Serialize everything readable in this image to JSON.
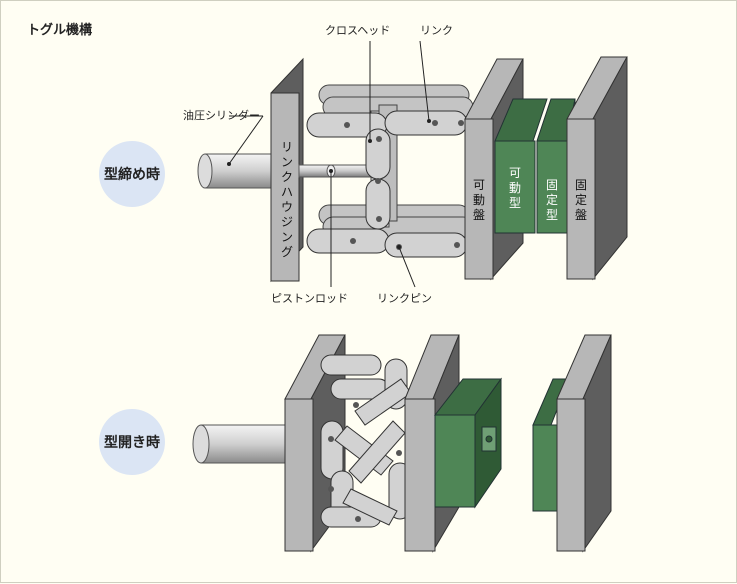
{
  "title": "トグル機構",
  "states": {
    "closed": "型締め時",
    "open": "型開き時"
  },
  "callouts": {
    "crosshead": "クロスヘッド",
    "link": "リンク",
    "hydraulic_cylinder": "油圧シリンダー",
    "piston_rod": "ピストンロッド",
    "link_pin": "リンクピン"
  },
  "parts": {
    "link_housing": [
      "リ",
      "ン",
      "ク",
      "ハ",
      "ウ",
      "ジ",
      "ン",
      "グ"
    ],
    "moving_platen": [
      "可",
      "動",
      "盤"
    ],
    "moving_mold": [
      "可",
      "動",
      "型"
    ],
    "fixed_mold": [
      "固",
      "定",
      "型"
    ],
    "fixed_platen": [
      "固",
      "定",
      "盤"
    ]
  },
  "colors": {
    "plate_front": "#b7b7b7",
    "plate_side": "#5e5e5e",
    "mold_front": "#4f8656",
    "mold_side": "#2f5a35",
    "link": "#d2d2d2",
    "badge": "#dbe5f4"
  }
}
